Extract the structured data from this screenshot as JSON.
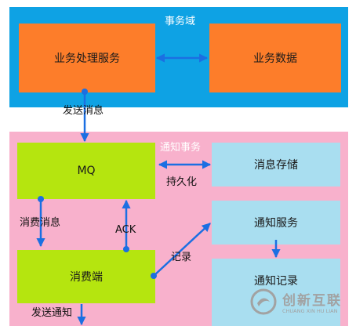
{
  "colors": {
    "transaction_domain_bg": "#0ea2e4",
    "notification_bg": "#f8b1cc",
    "business_box": "#fd7d2a",
    "queue_box": "#b5e50f",
    "light_box": "#a9def0",
    "arrow": "#1b6fe2",
    "watermark": "#a2a2a2"
  },
  "transaction_domain": {
    "title": "事务域",
    "service_box": "业务处理服务",
    "data_box": "业务数据"
  },
  "notification_domain": {
    "title": "通知事务",
    "mq_box": "MQ",
    "storage_box": "消息存储",
    "consumer_box": "消费端",
    "service_box": "通知服务",
    "record_box": "通知记录"
  },
  "labels": {
    "send_message": "发送消息",
    "persist": "持久化",
    "consume_message": "消费消息",
    "ack": "ACK",
    "record": "记录",
    "send_notification": "发送通知"
  },
  "watermark": {
    "logo_icon": "swirl-logo",
    "name": "创新互联",
    "pinyin": "CHUANG XIN HU LIAN"
  }
}
